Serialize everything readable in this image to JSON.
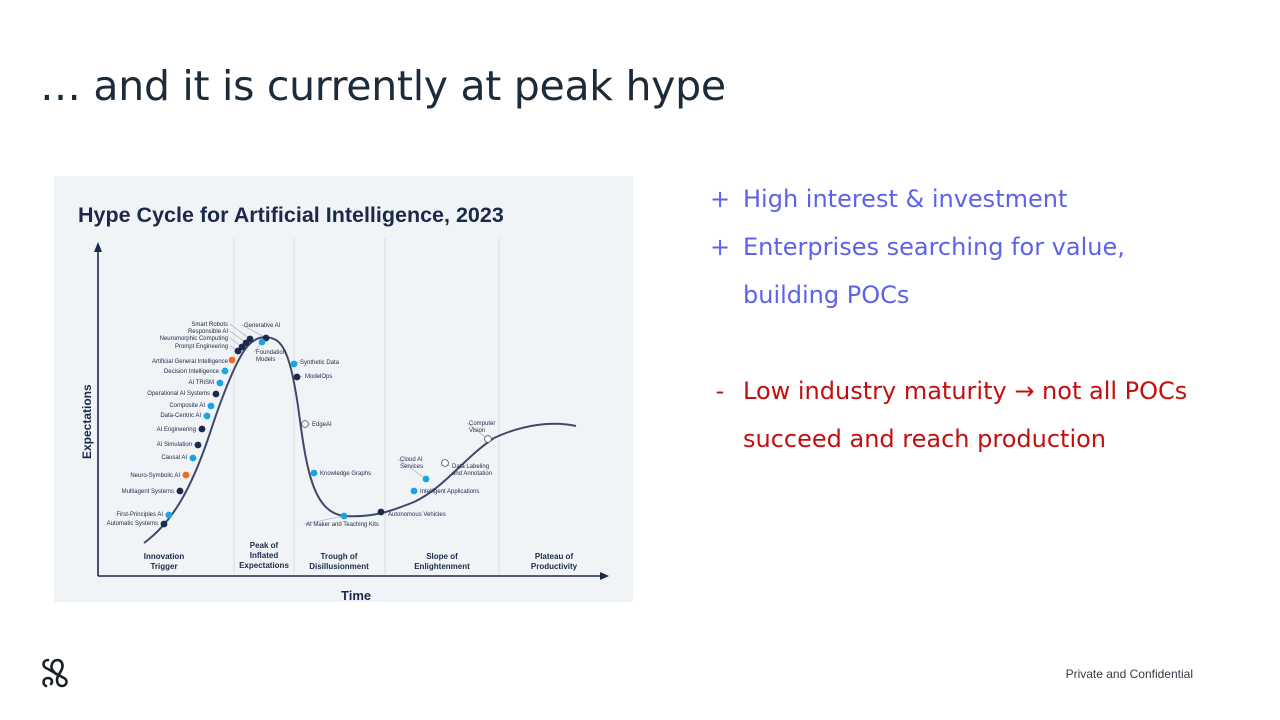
{
  "slide": {
    "title": "… and it is currently at peak hype"
  },
  "figure": {
    "title": "Hype Cycle for Artificial Intelligence, 2023",
    "y_axis_label": "Expectations",
    "x_axis_label": "Time",
    "phases": [
      {
        "label": "Innovation\nTrigger"
      },
      {
        "label": "Peak of\nInflated\nExpectations"
      },
      {
        "label": "Trough of\nDisillusionment"
      },
      {
        "label": "Slope of\nEnlightenment"
      },
      {
        "label": "Plateau of\nProductivity"
      }
    ],
    "labels": [
      "Smart Robots",
      "Responsible AI",
      "Neuromorphic Computing",
      "Prompt Engineering",
      "Artificial General Intelligence",
      "Decision Intelligence",
      "AI TRiSM",
      "Operational AI Systems",
      "Composite AI",
      "Data-Centric AI",
      "AI Engineering",
      "AI Simulation",
      "Causal AI",
      "Neuro-Symbolic AI",
      "Multiagent Systems",
      "First-Principles AI",
      "Automatic Systems",
      "Generative AI",
      "Foundation\nModels",
      "Synthetic Data",
      "ModelOps",
      "EdgeAI",
      "Knowledge Graphs",
      "AI Maker and Teaching Kits",
      "Autonomous Vehicles",
      "Cloud AI\nServices",
      "Intelligent Applications",
      "Data Labeling\nand Annotation",
      "Computer\nVision"
    ],
    "colors": {
      "dark_dot": "#1b2a4a",
      "light_dot": "#19a6e0",
      "orange_dot": "#ef6b22",
      "white_dot": "#ffffff",
      "curve": "#3e4a6a"
    }
  },
  "bullets": [
    {
      "mark": "+",
      "line1": "High interest & investment",
      "line2": ""
    },
    {
      "mark": "+",
      "line1": "Enterprises searching for value,",
      "line2": "building POCs"
    },
    {
      "mark": "-",
      "line1": "Low industry maturity → not all POCs",
      "line2": "succeed and reach production"
    }
  ],
  "footer": {
    "confidential": "Private and Confidential",
    "logo_icon": "pretzel-logo-icon"
  }
}
